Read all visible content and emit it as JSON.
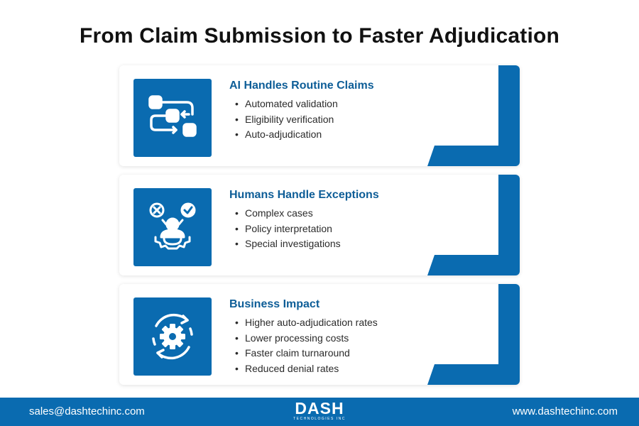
{
  "title": "From Claim Submission to Faster Adjudication",
  "colors": {
    "accent": "#0a6bb0",
    "heading": "#0d5d97"
  },
  "cards": [
    {
      "icon": "workflow-icon",
      "heading": "AI Handles Routine Claims",
      "items": [
        "Automated validation",
        "Eligibility verification",
        "Auto-adjudication"
      ]
    },
    {
      "icon": "human-review-icon",
      "heading": "Humans Handle Exceptions",
      "items": [
        "Complex cases",
        "Policy interpretation",
        "Special investigations"
      ]
    },
    {
      "icon": "gear-cycle-icon",
      "heading": "Business Impact",
      "items": [
        "Higher auto-adjudication rates",
        "Lower processing costs",
        "Faster claim turnaround",
        "Reduced denial rates"
      ]
    }
  ],
  "footer": {
    "email": "sales@dashtechinc.com",
    "website": "www.dashtechinc.com",
    "logo_main": "DASH",
    "logo_sub": "TECHNOLOGIES INC"
  }
}
